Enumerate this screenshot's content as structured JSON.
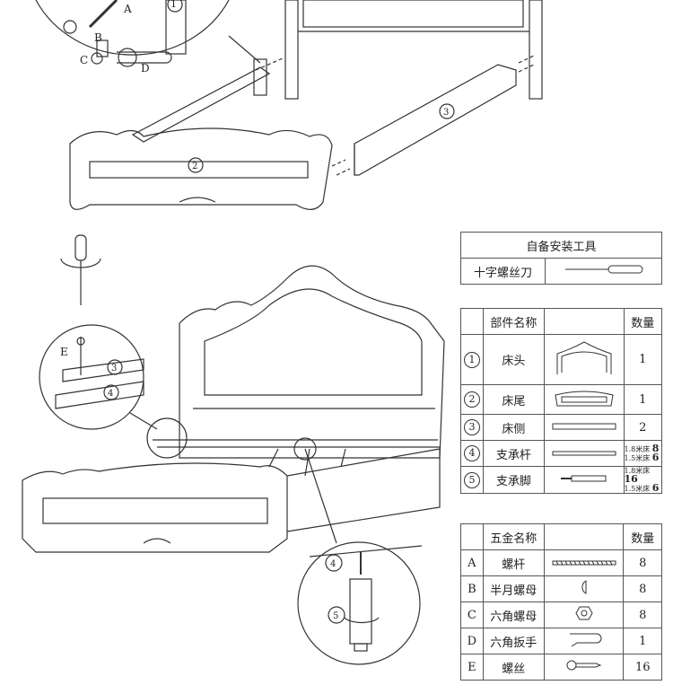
{
  "callouts": {
    "a": "A",
    "b": "B",
    "c": "C",
    "d": "D",
    "e": "E",
    "n1": "1",
    "n2": "2",
    "n3": "3",
    "n4": "4",
    "n5": "5"
  },
  "tools_table": {
    "title": "自备安装工具",
    "rows": [
      {
        "name": "十字螺丝刀"
      }
    ]
  },
  "parts_table": {
    "header": {
      "name": "部件名称",
      "qty": "数量"
    },
    "rows": [
      {
        "id": "1",
        "name": "床头",
        "qty": "1"
      },
      {
        "id": "2",
        "name": "床尾",
        "qty": "1"
      },
      {
        "id": "3",
        "name": "床侧",
        "qty": "2"
      },
      {
        "id": "4",
        "name": "支承杆",
        "q1_label": "1.8米床",
        "q1": "8",
        "q2_label": "1.5米床",
        "q2": "6"
      },
      {
        "id": "5",
        "name": "支承脚",
        "q1_label": "1.8米床",
        "q1": "16",
        "q2_label": "1.5米床",
        "q2": "6"
      }
    ]
  },
  "hardware_table": {
    "header": {
      "name": "五金名称",
      "qty": "数量"
    },
    "rows": [
      {
        "id": "A",
        "name": "螺杆",
        "qty": "8"
      },
      {
        "id": "B",
        "name": "半月螺母",
        "qty": "8"
      },
      {
        "id": "C",
        "name": "六角螺母",
        "qty": "8"
      },
      {
        "id": "D",
        "name": "六角扳手",
        "qty": "1"
      },
      {
        "id": "E",
        "name": "螺丝",
        "qty": "16"
      }
    ]
  }
}
